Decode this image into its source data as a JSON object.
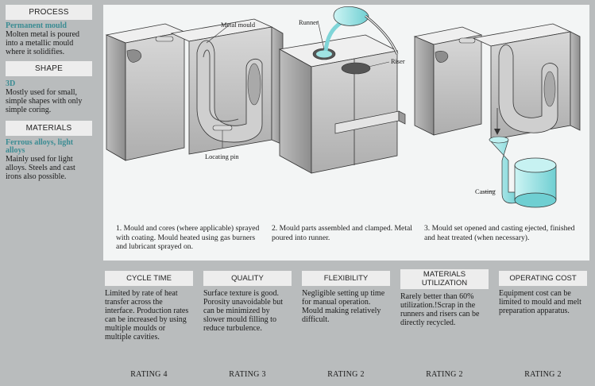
{
  "sidebar": {
    "process_header": "PROCESS",
    "process_name": "Permanent mould",
    "process_desc": "Molten metal is poured into a metallic mould where it solidifies.",
    "shape_header": "SHAPE",
    "shape_name": "3D",
    "shape_desc": "Mostly used for small, simple shapes with only simple coring.",
    "materials_header": "MATERIALS",
    "materials_name": "Ferrous alloys, light alloys",
    "materials_desc": "Mainly used for light alloys. Steels and cast irons also possible."
  },
  "illustration": {
    "labels": {
      "metal_mould": "Metal mould",
      "runner": "Runner",
      "riser": "Riser",
      "locating_pin": "Locating pin",
      "casting": "Casting"
    },
    "captions": [
      "1. Mould and cores (where applicable) sprayed with coating. Mould heated using gas burners and lubricant sprayed on.",
      "2. Mould parts assembled and clamped. Metal poured into runner.",
      "3. Mould set opened and casting ejected, finished and heat treated (when necessary)."
    ]
  },
  "properties": [
    {
      "header": "CYCLE TIME",
      "text": "Limited by rate of heat transfer across the interface. Production rates can be increased by using multiple moulds or multiple cavities.",
      "rating": "RATING 4"
    },
    {
      "header": "QUALITY",
      "text": "Surface texture is good. Porosity unavoidable but can be minimized by slower mould filling to reduce turbulence.",
      "rating": "RATING 3"
    },
    {
      "header": "FLEXIBILITY",
      "text": "Negligible setting up time for manual operation. Mould making relatively difficult.",
      "rating": "RATING 2"
    },
    {
      "header": "MATERIALS UTILIZATION",
      "text": "Rarely better than 60% utilization.!Scrap in the runners and risers can be directly recycled.",
      "rating": "RATING 2"
    },
    {
      "header": "OPERATING COST",
      "text": "Equipment cost can be limited to mould and melt preparation apparatus.",
      "rating": "RATING 2"
    }
  ],
  "colors": {
    "background": "#b9bcbd",
    "panel": "#f3f5f5",
    "accent_teal": "#3b8c93",
    "metal_cyan": "#9fe3e3"
  }
}
